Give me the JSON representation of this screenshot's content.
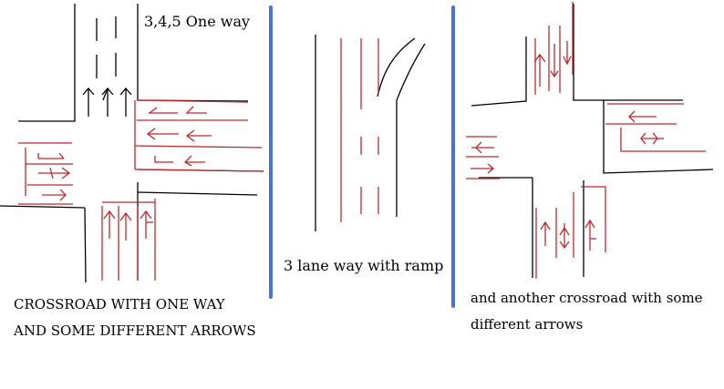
{
  "colors": {
    "road": "#000000",
    "lane": "#c0282e",
    "divider": "#4a72d8",
    "text": "#000000"
  },
  "labels": {
    "one_way": "3,4,5 One way",
    "ramp": "3 lane way with ramp",
    "left_caption": "CROSSROAD WITH ONE WAY AND SOME DIFFERENT ARROWS",
    "right_caption": "and another crossroad with some different arrows"
  },
  "sketches": [
    {
      "name": "left-crossroad",
      "description_icons": [
        "up-arrow",
        "left-arrow",
        "right-arrow",
        "straight-right-arrow",
        "straight-left-arrow"
      ]
    },
    {
      "name": "ramp-road",
      "description_icons": [
        "ramp-merge"
      ]
    },
    {
      "name": "right-crossroad",
      "description_icons": [
        "left-arrow",
        "right-arrow",
        "left-right-arrow"
      ]
    }
  ]
}
